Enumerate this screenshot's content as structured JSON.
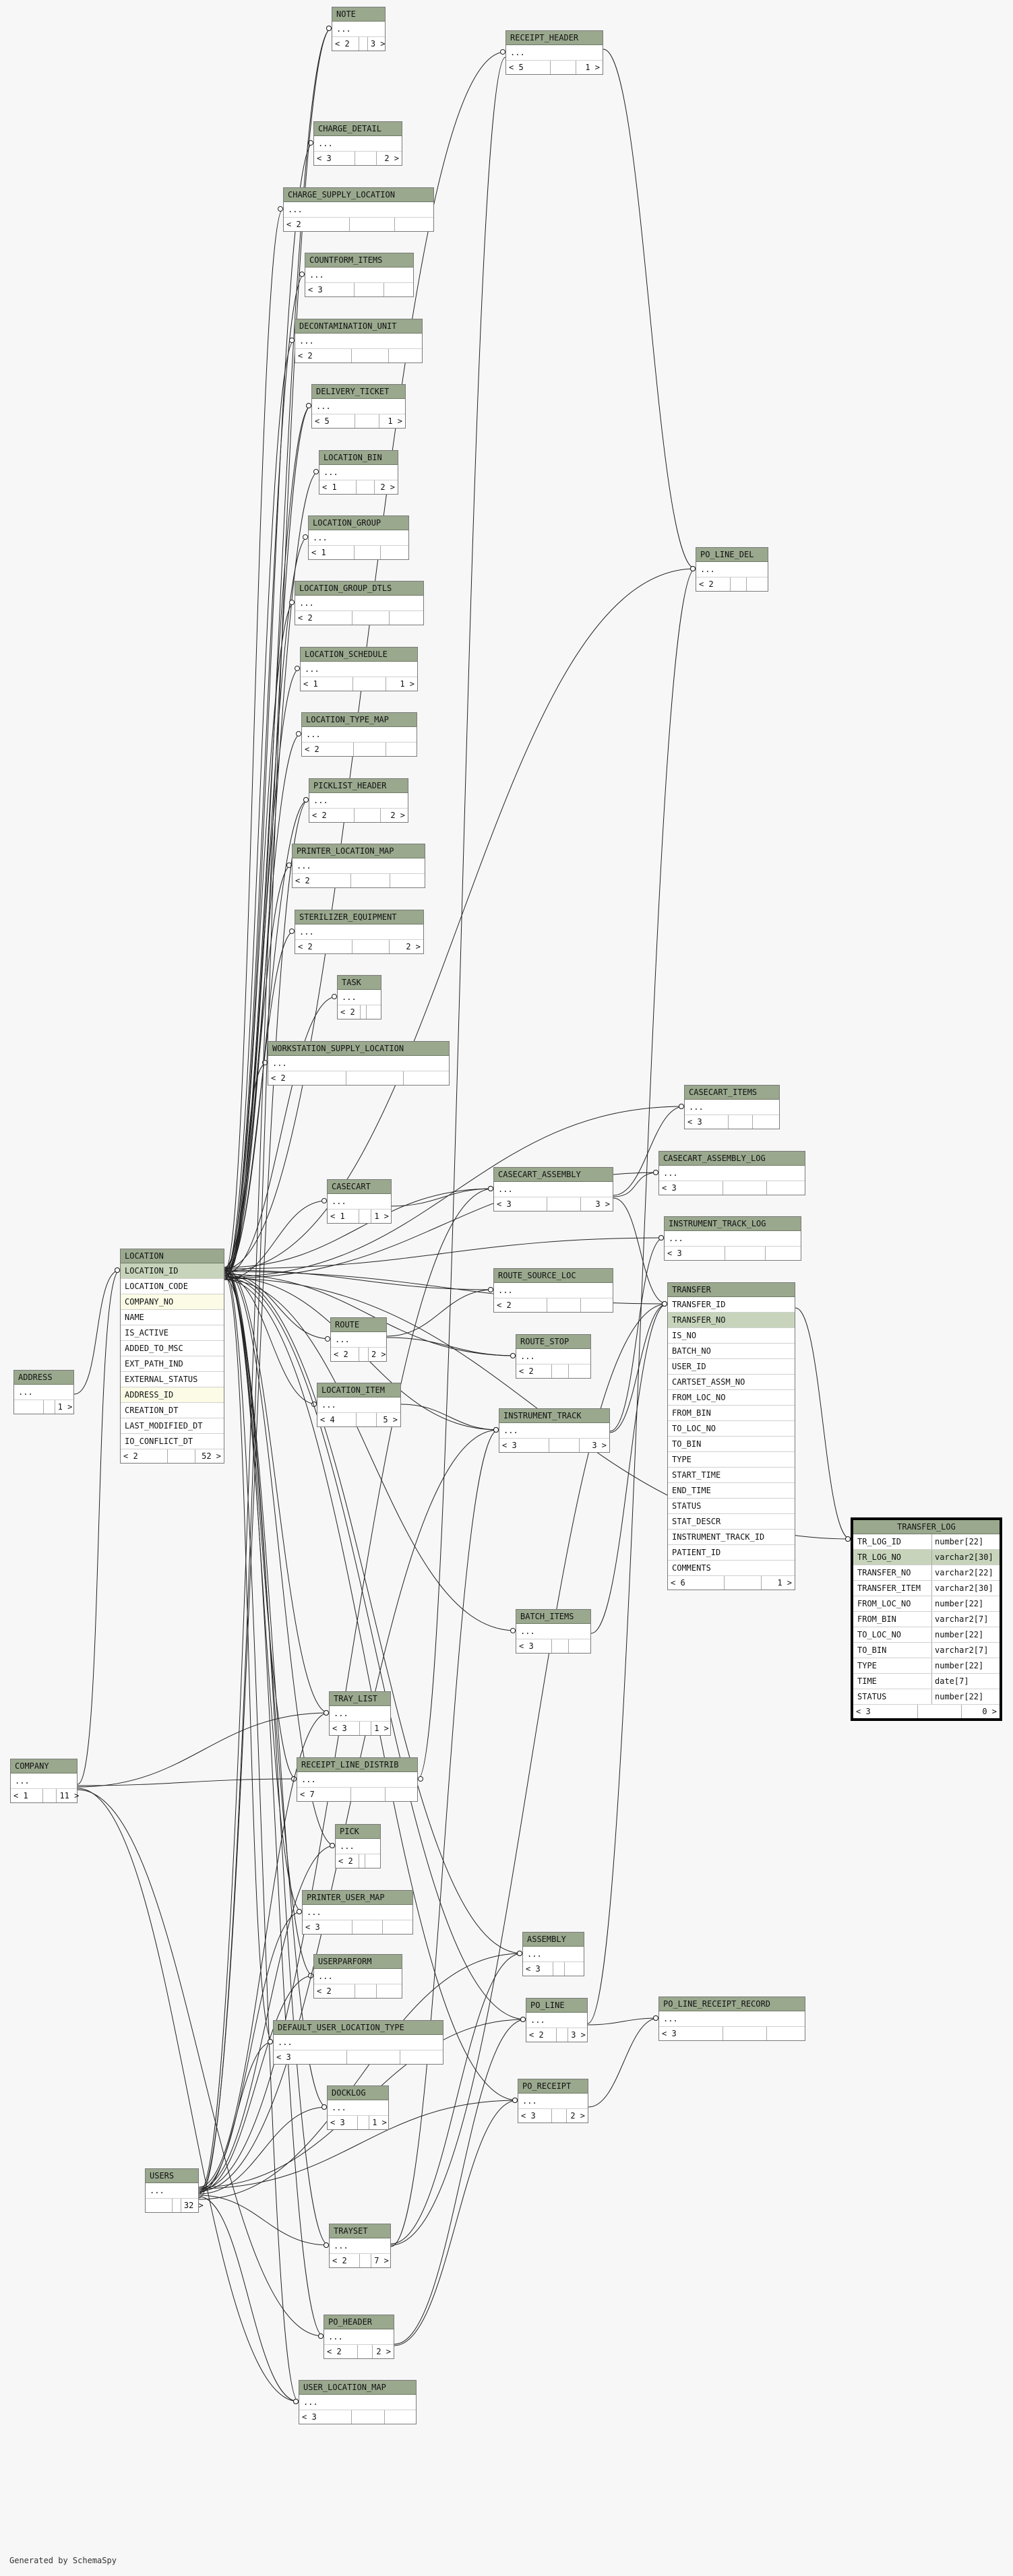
{
  "credit": "Generated by SchemaSpy",
  "tables": [
    {
      "id": "note",
      "name": "NOTE",
      "rows": [
        "..."
      ],
      "footer": [
        "< 2",
        "",
        "3 >"
      ]
    },
    {
      "id": "receipt_header",
      "name": "RECEIPT_HEADER",
      "rows": [
        "..."
      ],
      "footer": [
        "< 5",
        "",
        "1 >"
      ]
    },
    {
      "id": "charge_detail",
      "name": "CHARGE_DETAIL",
      "rows": [
        "..."
      ],
      "footer": [
        "< 3",
        "",
        "2 >"
      ]
    },
    {
      "id": "charge_supply_location",
      "name": "CHARGE_SUPPLY_LOCATION",
      "rows": [
        "..."
      ],
      "footer": [
        "< 2",
        "",
        ""
      ]
    },
    {
      "id": "countform_items",
      "name": "COUNTFORM_ITEMS",
      "rows": [
        "..."
      ],
      "footer": [
        "< 3",
        "",
        ""
      ]
    },
    {
      "id": "decontamination_unit",
      "name": "DECONTAMINATION_UNIT",
      "rows": [
        "..."
      ],
      "footer": [
        "< 2",
        "",
        ""
      ]
    },
    {
      "id": "delivery_ticket",
      "name": "DELIVERY_TICKET",
      "rows": [
        "..."
      ],
      "footer": [
        "< 5",
        "",
        "1 >"
      ]
    },
    {
      "id": "location_bin",
      "name": "LOCATION_BIN",
      "rows": [
        "..."
      ],
      "footer": [
        "< 1",
        "",
        "2 >"
      ]
    },
    {
      "id": "location_group",
      "name": "LOCATION_GROUP",
      "rows": [
        "..."
      ],
      "footer": [
        "< 1",
        "",
        ""
      ]
    },
    {
      "id": "location_group_dtls",
      "name": "LOCATION_GROUP_DTLS",
      "rows": [
        "..."
      ],
      "footer": [
        "< 2",
        "",
        ""
      ]
    },
    {
      "id": "location_schedule",
      "name": "LOCATION_SCHEDULE",
      "rows": [
        "..."
      ],
      "footer": [
        "< 1",
        "",
        "1 >"
      ]
    },
    {
      "id": "location_type_map",
      "name": "LOCATION_TYPE_MAP",
      "rows": [
        "..."
      ],
      "footer": [
        "< 2",
        "",
        ""
      ]
    },
    {
      "id": "picklist_header",
      "name": "PICKLIST_HEADER",
      "rows": [
        "..."
      ],
      "footer": [
        "< 2",
        "",
        "2 >"
      ]
    },
    {
      "id": "printer_location_map",
      "name": "PRINTER_LOCATION_MAP",
      "rows": [
        "..."
      ],
      "footer": [
        "< 2",
        "",
        ""
      ]
    },
    {
      "id": "sterilizer_equipment",
      "name": "STERILIZER_EQUIPMENT",
      "rows": [
        "..."
      ],
      "footer": [
        "< 2",
        "",
        "2 >"
      ]
    },
    {
      "id": "task",
      "name": "TASK",
      "rows": [
        "..."
      ],
      "footer": [
        "< 2",
        "",
        ""
      ]
    },
    {
      "id": "workstation_supply_location",
      "name": "WORKSTATION_SUPPLY_LOCATION",
      "rows": [
        "..."
      ],
      "footer": [
        "< 2",
        "",
        ""
      ]
    },
    {
      "id": "po_line_del",
      "name": "PO_LINE_DEL",
      "rows": [
        "..."
      ],
      "footer": [
        "< 2",
        "",
        ""
      ]
    },
    {
      "id": "casecart_items",
      "name": "CASECART_ITEMS",
      "rows": [
        "..."
      ],
      "footer": [
        "< 3",
        "",
        ""
      ]
    },
    {
      "id": "casecart_assembly_log",
      "name": "CASECART_ASSEMBLY_LOG",
      "rows": [
        "..."
      ],
      "footer": [
        "< 3",
        "",
        ""
      ]
    },
    {
      "id": "casecart",
      "name": "CASECART",
      "rows": [
        "..."
      ],
      "footer": [
        "< 1",
        "",
        "1 >"
      ]
    },
    {
      "id": "casecart_assembly",
      "name": "CASECART_ASSEMBLY",
      "rows": [
        "..."
      ],
      "footer": [
        "< 3",
        "",
        "3 >"
      ]
    },
    {
      "id": "instrument_track_log",
      "name": "INSTRUMENT_TRACK_LOG",
      "rows": [
        "..."
      ],
      "footer": [
        "< 3",
        "",
        ""
      ]
    },
    {
      "id": "location",
      "name": "LOCATION",
      "rows": [
        "LOCATION_ID",
        "LOCATION_CODE",
        "COMPANY_NO",
        "NAME",
        "IS_ACTIVE",
        "ADDED_TO_MSC",
        "EXT_PATH_IND",
        "EXTERNAL_STATUS",
        "ADDRESS_ID",
        "CREATION_DT",
        "LAST_MODIFIED_DT",
        "IO_CONFLICT_DT"
      ],
      "footer": [
        "< 2",
        "",
        "52 >"
      ]
    },
    {
      "id": "route_source_loc",
      "name": "ROUTE_SOURCE_LOC",
      "rows": [
        "..."
      ],
      "footer": [
        "< 2",
        "",
        ""
      ]
    },
    {
      "id": "transfer",
      "name": "TRANSFER",
      "rows": [
        "TRANSFER_ID",
        "TRANSFER_NO",
        "IS_NO",
        "BATCH_NO",
        "USER_ID",
        "CARTSET_ASSM_NO",
        "FROM_LOC_NO",
        "FROM_BIN",
        "TO_LOC_NO",
        "TO_BIN",
        "TYPE",
        "START_TIME",
        "END_TIME",
        "STATUS",
        "STAT_DESCR",
        "INSTRUMENT_TRACK_ID",
        "PATIENT_ID",
        "COMMENTS"
      ],
      "footer": [
        "< 6",
        "",
        "1 >"
      ]
    },
    {
      "id": "route",
      "name": "ROUTE",
      "rows": [
        "..."
      ],
      "footer": [
        "< 2",
        "",
        "2 >"
      ]
    },
    {
      "id": "route_stop",
      "name": "ROUTE_STOP",
      "rows": [
        "..."
      ],
      "footer": [
        "< 2",
        "",
        ""
      ]
    },
    {
      "id": "address",
      "name": "ADDRESS",
      "rows": [
        "..."
      ],
      "footer": [
        "",
        "",
        "1 >"
      ]
    },
    {
      "id": "location_item",
      "name": "LOCATION_ITEM",
      "rows": [
        "..."
      ],
      "footer": [
        "< 4",
        "",
        "5 >"
      ]
    },
    {
      "id": "instrument_track",
      "name": "INSTRUMENT_TRACK",
      "rows": [
        "..."
      ],
      "footer": [
        "< 3",
        "",
        "3 >"
      ]
    },
    {
      "id": "transfer_log",
      "name": "TRANSFER_LOG",
      "focus": true,
      "rows": [
        [
          "TR_LOG_ID",
          "number[22]"
        ],
        [
          "TR_LOG_NO",
          "varchar2[30]"
        ],
        [
          "TRANSFER_NO",
          "varchar2[22]"
        ],
        [
          "TRANSFER_ITEM",
          "varchar2[30]"
        ],
        [
          "FROM_LOC_NO",
          "number[22]"
        ],
        [
          "FROM_BIN",
          "varchar2[7]"
        ],
        [
          "TO_LOC_NO",
          "number[22]"
        ],
        [
          "TO_BIN",
          "varchar2[7]"
        ],
        [
          "TYPE",
          "number[22]"
        ],
        [
          "TIME",
          "date[7]"
        ],
        [
          "STATUS",
          "number[22]"
        ]
      ],
      "footer": [
        "< 3",
        "",
        "0 >"
      ]
    },
    {
      "id": "batch_items",
      "name": "BATCH_ITEMS",
      "rows": [
        "..."
      ],
      "footer": [
        "< 3",
        "",
        ""
      ]
    },
    {
      "id": "tray_list",
      "name": "TRAY_LIST",
      "rows": [
        "..."
      ],
      "footer": [
        "< 3",
        "",
        "1 >"
      ]
    },
    {
      "id": "company",
      "name": "COMPANY",
      "rows": [
        "..."
      ],
      "footer": [
        "< 1",
        "",
        "11 >"
      ]
    },
    {
      "id": "receipt_line_distrib",
      "name": "RECEIPT_LINE_DISTRIB",
      "rows": [
        "..."
      ],
      "footer": [
        "< 7",
        "",
        ""
      ]
    },
    {
      "id": "pick",
      "name": "PICK",
      "rows": [
        "..."
      ],
      "footer": [
        "< 2",
        "",
        ""
      ]
    },
    {
      "id": "printer_user_map",
      "name": "PRINTER_USER_MAP",
      "rows": [
        "..."
      ],
      "footer": [
        "< 3",
        "",
        ""
      ]
    },
    {
      "id": "userparform",
      "name": "USERPARFORM",
      "rows": [
        "..."
      ],
      "footer": [
        "< 2",
        "",
        ""
      ]
    },
    {
      "id": "assembly",
      "name": "ASSEMBLY",
      "rows": [
        "..."
      ],
      "footer": [
        "< 3",
        "",
        ""
      ]
    },
    {
      "id": "default_user_location_type",
      "name": "DEFAULT_USER_LOCATION_TYPE",
      "rows": [
        "..."
      ],
      "footer": [
        "< 3",
        "",
        ""
      ]
    },
    {
      "id": "po_line",
      "name": "PO_LINE",
      "rows": [
        "..."
      ],
      "footer": [
        "< 2",
        "",
        "3 >"
      ]
    },
    {
      "id": "po_line_receipt_record",
      "name": "PO_LINE_RECEIPT_RECORD",
      "rows": [
        "..."
      ],
      "footer": [
        "< 3",
        "",
        ""
      ]
    },
    {
      "id": "docklog",
      "name": "DOCKLOG",
      "rows": [
        "..."
      ],
      "footer": [
        "< 3",
        "",
        "1 >"
      ]
    },
    {
      "id": "po_receipt",
      "name": "PO_RECEIPT",
      "rows": [
        "..."
      ],
      "footer": [
        "< 3",
        "",
        "2 >"
      ]
    },
    {
      "id": "users",
      "name": "USERS",
      "rows": [
        "..."
      ],
      "footer": [
        "",
        "",
        "32 >"
      ]
    },
    {
      "id": "trayset",
      "name": "TRAYSET",
      "rows": [
        "..."
      ],
      "footer": [
        "< 2",
        "",
        "7 >"
      ]
    },
    {
      "id": "po_header",
      "name": "PO_HEADER",
      "rows": [
        "..."
      ],
      "footer": [
        "< 2",
        "",
        "2 >"
      ]
    },
    {
      "id": "user_location_map",
      "name": "USER_LOCATION_MAP",
      "rows": [
        "..."
      ],
      "footer": [
        "< 3",
        "",
        ""
      ]
    }
  ],
  "highlight": {
    "location_pk_rows": [
      "LOCATION_ID"
    ],
    "location_fk_rows": [
      "COMPANY_NO",
      "ADDRESS_ID"
    ],
    "transfer_pk_rows": [
      "TRANSFER_NO"
    ],
    "transfer_log_pk_rows": [
      "TR_LOG_NO"
    ]
  },
  "relationships": [
    [
      "location",
      "note"
    ],
    [
      "location",
      "receipt_header"
    ],
    [
      "location",
      "charge_detail"
    ],
    [
      "location",
      "charge_supply_location"
    ],
    [
      "location",
      "countform_items"
    ],
    [
      "location",
      "decontamination_unit"
    ],
    [
      "location",
      "delivery_ticket"
    ],
    [
      "location",
      "location_bin"
    ],
    [
      "location",
      "location_group"
    ],
    [
      "location",
      "location_group_dtls"
    ],
    [
      "location",
      "location_schedule"
    ],
    [
      "location",
      "location_type_map"
    ],
    [
      "location",
      "picklist_header"
    ],
    [
      "location",
      "printer_location_map"
    ],
    [
      "location",
      "sterilizer_equipment"
    ],
    [
      "location",
      "task"
    ],
    [
      "location",
      "workstation_supply_location"
    ],
    [
      "location",
      "casecart_items"
    ],
    [
      "location",
      "casecart_assembly_log"
    ],
    [
      "location",
      "casecart"
    ],
    [
      "location",
      "casecart_assembly"
    ],
    [
      "location",
      "instrument_track_log"
    ],
    [
      "location",
      "route_source_loc"
    ],
    [
      "location",
      "transfer"
    ],
    [
      "location",
      "route"
    ],
    [
      "location",
      "route_stop"
    ],
    [
      "location",
      "location_item"
    ],
    [
      "location",
      "instrument_track"
    ],
    [
      "location",
      "transfer_log"
    ],
    [
      "location",
      "batch_items"
    ],
    [
      "location",
      "tray_list"
    ],
    [
      "location",
      "receipt_line_distrib"
    ],
    [
      "location",
      "pick"
    ],
    [
      "location",
      "printer_user_map"
    ],
    [
      "location",
      "userparform"
    ],
    [
      "location",
      "assembly"
    ],
    [
      "location",
      "default_user_location_type"
    ],
    [
      "location",
      "po_line"
    ],
    [
      "location",
      "docklog"
    ],
    [
      "location",
      "po_receipt"
    ],
    [
      "location",
      "trayset"
    ],
    [
      "location",
      "po_header"
    ],
    [
      "location",
      "user_location_map"
    ],
    [
      "location",
      "po_line_del"
    ],
    [
      "address",
      "location"
    ],
    [
      "company",
      "location"
    ],
    [
      "company",
      "receipt_line_distrib"
    ],
    [
      "company",
      "tray_list"
    ],
    [
      "company",
      "user_location_map"
    ],
    [
      "company",
      "po_header"
    ],
    [
      "users",
      "tray_list"
    ],
    [
      "users",
      "pick"
    ],
    [
      "users",
      "printer_user_map"
    ],
    [
      "users",
      "userparform"
    ],
    [
      "users",
      "default_user_location_type"
    ],
    [
      "users",
      "docklog"
    ],
    [
      "users",
      "trayset"
    ],
    [
      "users",
      "user_location_map"
    ],
    [
      "users",
      "note"
    ],
    [
      "users",
      "assembly"
    ],
    [
      "users",
      "po_line"
    ],
    [
      "users",
      "po_receipt"
    ],
    [
      "users",
      "casecart_assembly"
    ],
    [
      "users",
      "instrument_track"
    ],
    [
      "users",
      "delivery_ticket"
    ],
    [
      "users",
      "picklist_header"
    ],
    [
      "casecart",
      "casecart_assembly"
    ],
    [
      "casecart_assembly",
      "casecart_items"
    ],
    [
      "casecart_assembly",
      "casecart_assembly_log"
    ],
    [
      "casecart_assembly",
      "transfer"
    ],
    [
      "route",
      "route_source_loc"
    ],
    [
      "route",
      "route_stop"
    ],
    [
      "location_item",
      "instrument_track"
    ],
    [
      "instrument_track",
      "instrument_track_log"
    ],
    [
      "instrument_track",
      "transfer"
    ],
    [
      "transfer",
      "transfer_log"
    ],
    [
      "po_line",
      "po_line_receipt_record"
    ],
    [
      "po_receipt",
      "po_line_receipt_record"
    ],
    [
      "po_header",
      "po_line"
    ],
    [
      "po_header",
      "po_receipt"
    ],
    [
      "receipt_header",
      "po_line_del"
    ],
    [
      "trayset",
      "assembly"
    ],
    [
      "trayset",
      "transfer"
    ],
    [
      "trayset",
      "instrument_track"
    ],
    [
      "batch_items",
      "transfer"
    ],
    [
      "po_line",
      "po_line_del"
    ],
    [
      "receipt_header",
      "receipt_line_distrib"
    ]
  ]
}
